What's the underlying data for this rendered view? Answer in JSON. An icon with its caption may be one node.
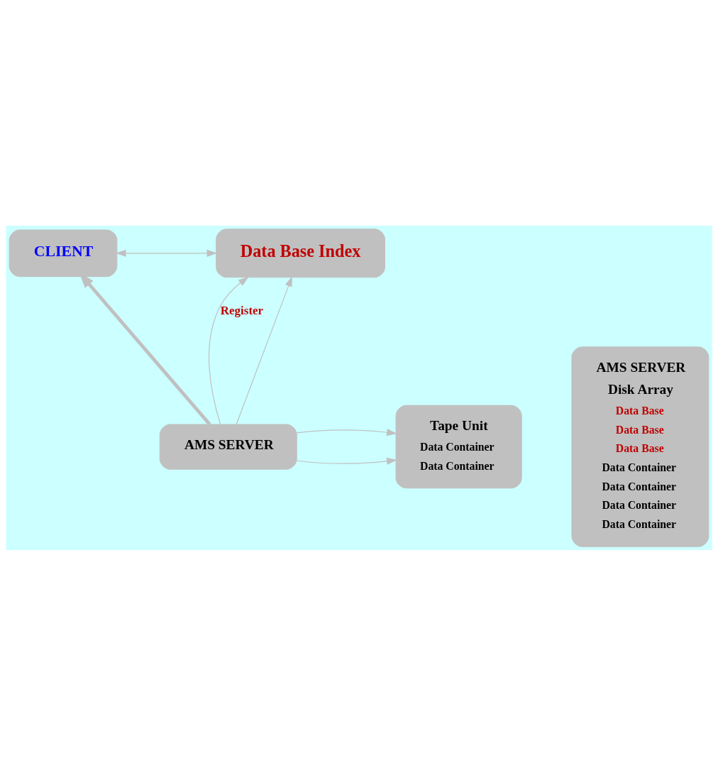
{
  "diagram": {
    "nodes": [
      {
        "text": [
          "CLIENT"
        ]
      },
      {
        "text": [
          "Data Base Index"
        ]
      },
      {
        "text": [
          "AMS SERVER"
        ]
      },
      {
        "text": [
          "AMS SERVER",
          "Disk Array",
          "Data Base",
          "Data Base",
          "Data Base",
          "Data Container",
          "Data Container",
          "Data Container",
          "Data Container"
        ]
      },
      {
        "text": [
          "Tape Unit",
          "Data Container",
          "Data Container"
        ]
      }
    ],
    "edges": [
      {
        "from": 0,
        "to": 1,
        "arrow": "both"
      },
      {
        "from": 2,
        "to": 0,
        "arrow": "to",
        "style": "thick"
      },
      {
        "from": 2,
        "to": 1,
        "arrow": "to",
        "label": "Register"
      },
      {
        "from": 2,
        "to": 1,
        "arrow": "to"
      },
      {
        "from": 2,
        "to": 4,
        "arrow": "to"
      },
      {
        "from": 2,
        "to": 4,
        "arrow": "to"
      }
    ]
  }
}
